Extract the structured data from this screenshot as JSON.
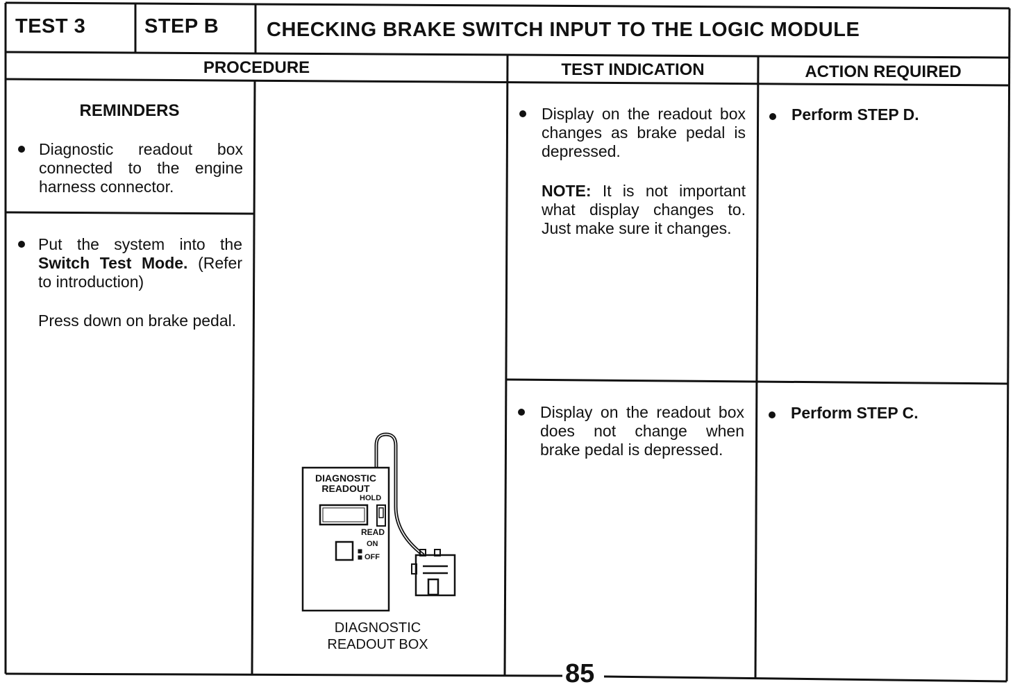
{
  "header": {
    "test": "TEST 3",
    "step": "STEP B",
    "title": "CHECKING BRAKE SWITCH INPUT TO THE LOGIC MODULE"
  },
  "columns": {
    "procedure": "PROCEDURE",
    "indication": "TEST INDICATION",
    "action": "ACTION REQUIRED"
  },
  "reminders": {
    "heading": "REMINDERS",
    "item": "Diagnostic readout box connected to the engine harness connector."
  },
  "procedure": {
    "step1_pre": "Put the system into the ",
    "step1_bold": "Switch Test Mode.",
    "step1_post": " (Refer to introduction)",
    "step2": "Press down on brake pedal."
  },
  "illustration": {
    "device_title_1": "DIAGNOSTIC",
    "device_title_2": "READOUT",
    "hold": "HOLD",
    "read": "READ",
    "on": "ON",
    "off": "OFF",
    "caption_1": "DIAGNOSTIC",
    "caption_2": "READOUT BOX"
  },
  "rows": [
    {
      "indication": "Display on the readout box changes as brake pedal is depressed.",
      "note_label": "NOTE:",
      "note_text": " It is not important what display changes to. Just make sure it changes.",
      "action": "Perform STEP D."
    },
    {
      "indication": "Display on the readout box does not change when brake pedal is depressed.",
      "action": "Perform STEP C."
    }
  ],
  "page_number": "85"
}
